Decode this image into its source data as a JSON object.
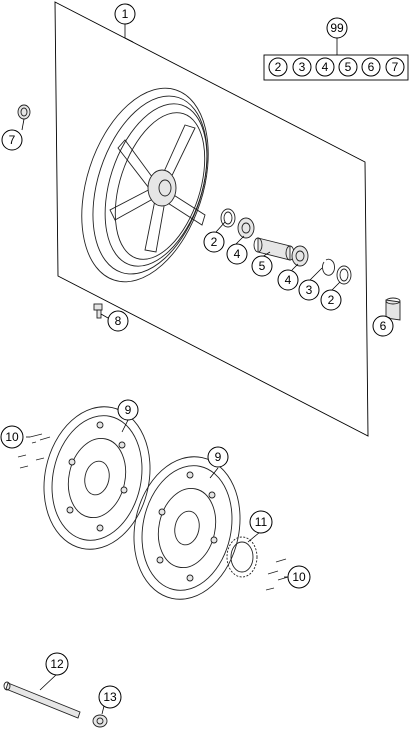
{
  "callouts": [
    {
      "label": "1"
    },
    {
      "label": "99"
    },
    {
      "label": "2"
    },
    {
      "label": "3"
    },
    {
      "label": "4"
    },
    {
      "label": "5"
    },
    {
      "label": "6"
    },
    {
      "label": "7"
    },
    {
      "label": "7"
    },
    {
      "label": "2"
    },
    {
      "label": "4"
    },
    {
      "label": "5"
    },
    {
      "label": "4"
    },
    {
      "label": "3"
    },
    {
      "label": "2"
    },
    {
      "label": "6"
    },
    {
      "label": "8"
    },
    {
      "label": "9"
    },
    {
      "label": "10"
    },
    {
      "label": "9"
    },
    {
      "label": "11"
    },
    {
      "label": "10"
    },
    {
      "label": "12"
    },
    {
      "label": "13"
    }
  ]
}
